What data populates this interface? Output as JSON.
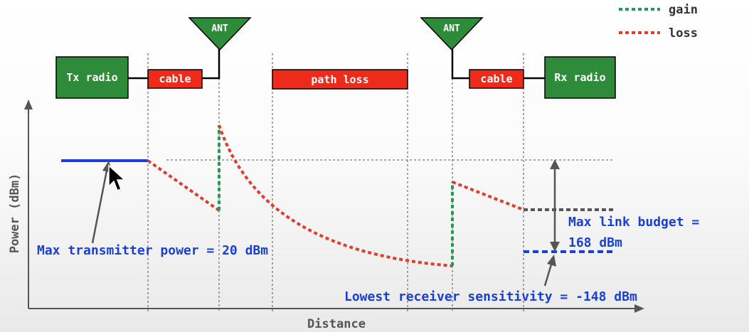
{
  "legend": {
    "gain_label": "gain",
    "loss_label": "loss",
    "gain_color": "#1f9d55",
    "loss_color": "#e53b2c"
  },
  "blocks": {
    "tx_radio": "Tx radio",
    "tx_cable": "cable",
    "tx_antenna": "ANT",
    "path_loss": "path loss",
    "rx_antenna": "ANT",
    "rx_cable": "cable",
    "rx_radio": "Rx radio"
  },
  "axes": {
    "y_label": "Power (dBm)",
    "x_label": "Distance"
  },
  "annotations": {
    "max_tx_power": "Max transmitter power = 20 dBm",
    "link_budget_line1": "Max link budget =",
    "link_budget_line2": "168 dBm",
    "rx_sensitivity": "Lowest receiver sensitivity = -148 dBm"
  },
  "colors": {
    "block_green": "#2e8b3a",
    "block_red": "#ee2a1a",
    "annotation_blue": "#1a3fd6",
    "power_line_blue": "#1a3fd6"
  }
}
